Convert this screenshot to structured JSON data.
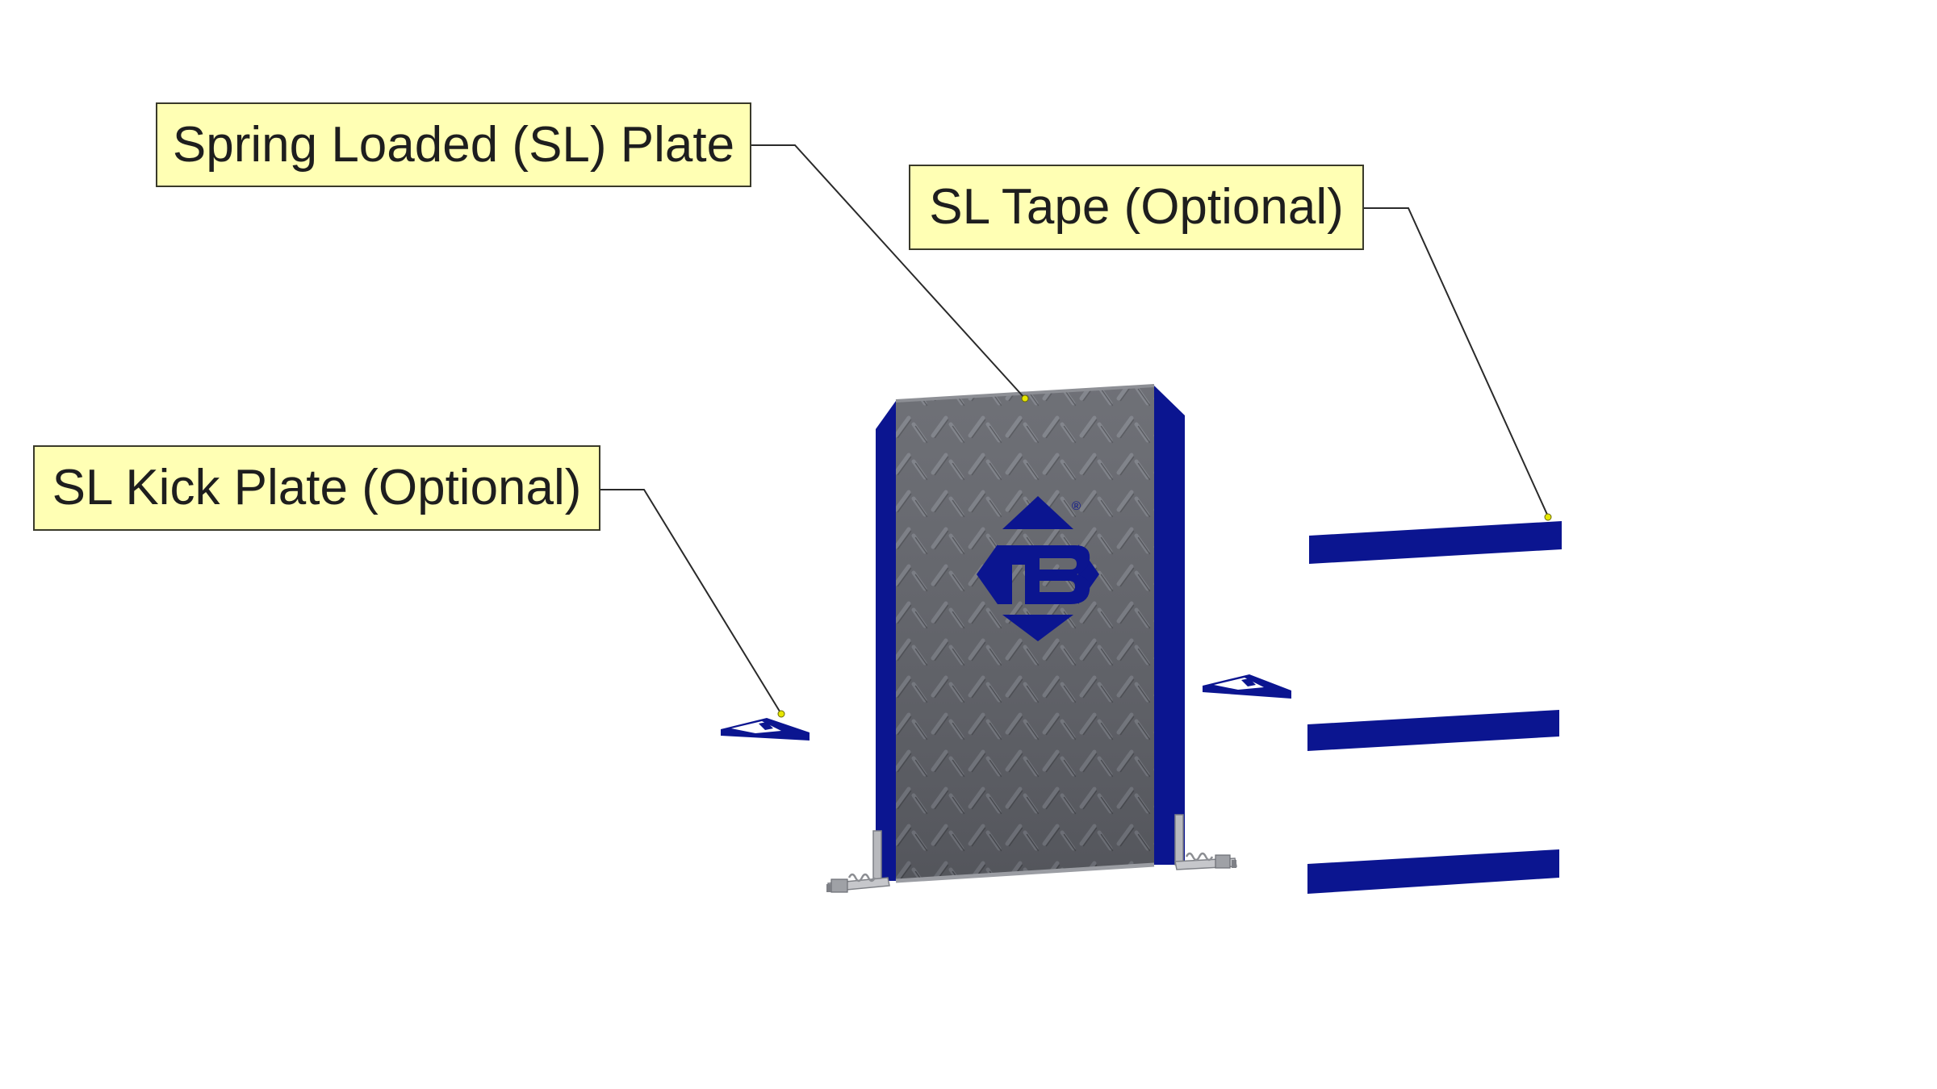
{
  "callouts": {
    "sl_plate": "Spring Loaded (SL) Plate",
    "sl_tape": "SL Tape (Optional)",
    "kick_plate": "SL Kick Plate (Optional)"
  },
  "logo": {
    "registered_mark": "®"
  },
  "colors": {
    "callout_fill": "#ffffb4",
    "plate_gray": "#5e6066",
    "brand_blue": "#0b1590",
    "leader_line": "#2a2a2a",
    "anchor_dot": "#e6e600"
  }
}
